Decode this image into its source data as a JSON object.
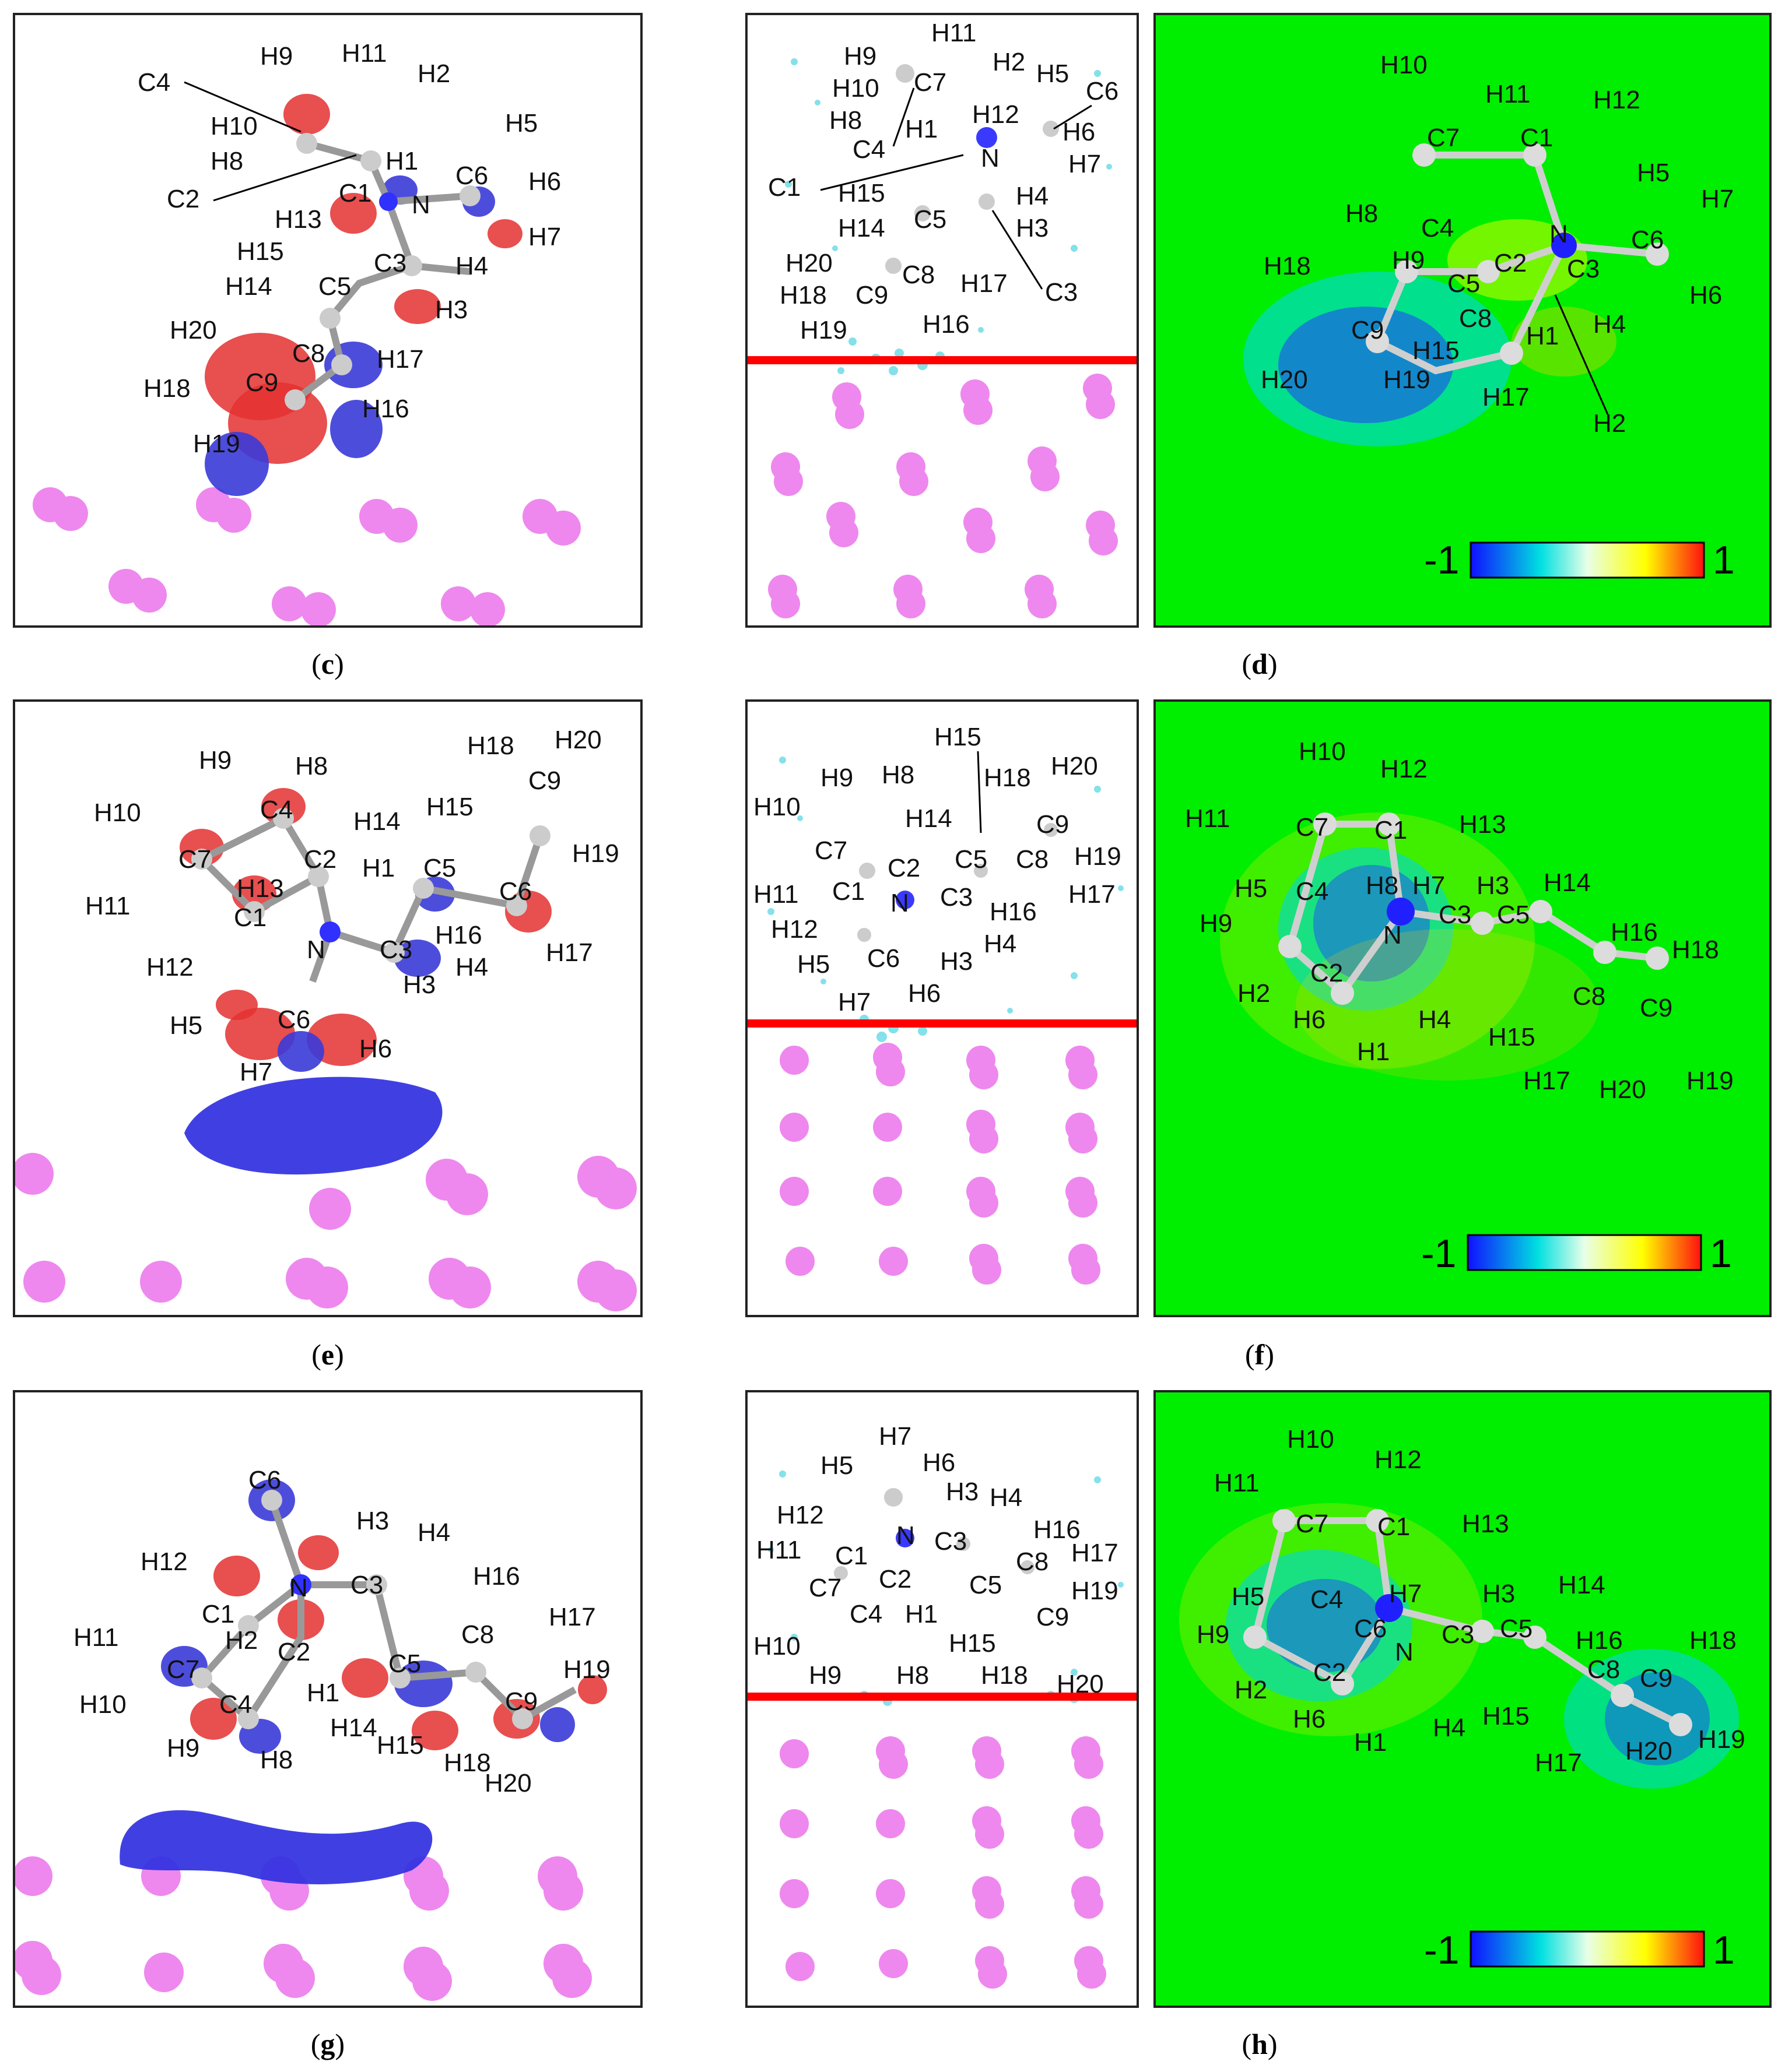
{
  "captions": [
    "c",
    "d",
    "e",
    "f",
    "g",
    "h"
  ],
  "colorbar": {
    "min_label": "-1",
    "max_label": "1",
    "colors": [
      "#1010ff",
      "#00e0e0",
      "#e8ffe8",
      "#ffff00",
      "#ff1010"
    ]
  },
  "colors": {
    "surface": "#e8e8e8",
    "positive_lobe": "#e43030",
    "negative_lobe": "#3a3ad8",
    "green_bg": "#00ee00",
    "red_line": "#ff0000",
    "metal_atom": "#ee88ee"
  },
  "panels": {
    "c": {
      "labels": [
        "H9",
        "H11",
        "H2",
        "C4",
        "H5",
        "H10",
        "H8",
        "H1",
        "C6",
        "H6",
        "C2",
        "C1",
        "N",
        "H13",
        "H7",
        "H15",
        "C3",
        "H4",
        "H14",
        "C5",
        "H3",
        "H20",
        "C8",
        "H17",
        "H18",
        "C9",
        "H16",
        "H19"
      ]
    },
    "d": {
      "labels": [
        "H11",
        "H9",
        "H2",
        "H5",
        "C6",
        "H10",
        "C7",
        "H8",
        "H12",
        "H6",
        "C4",
        "H1",
        "N",
        "H7",
        "C1",
        "H15",
        "H4",
        "C5",
        "H3",
        "H14",
        "H20",
        "C8",
        "H17",
        "C3",
        "H18",
        "C9",
        "H19",
        "H16"
      ]
    },
    "d_map": {
      "labels": [
        "H10",
        "H11",
        "H12",
        "C7",
        "C1",
        "H5",
        "H7",
        "H8",
        "N",
        "C4",
        "C6",
        "H18",
        "H9",
        "C2",
        "C3",
        "C5",
        "H6",
        "C9",
        "C8",
        "H1",
        "H4",
        "H15",
        "H20",
        "H19",
        "H17",
        "H2"
      ]
    },
    "e": {
      "labels": [
        "H18",
        "H20",
        "H9",
        "H8",
        "C9",
        "H10",
        "C4",
        "H14",
        "H15",
        "C7",
        "H19",
        "C2",
        "H1",
        "C5",
        "H13",
        "H11",
        "C1",
        "C6",
        "H16",
        "N",
        "C3",
        "H17",
        "H12",
        "H4",
        "H5",
        "C6",
        "H6",
        "H3",
        "H7"
      ]
    },
    "f": {
      "labels": [
        "H15",
        "H9",
        "H8",
        "H18",
        "H20",
        "H10",
        "H14",
        "C9",
        "C7",
        "C2",
        "C5",
        "C8",
        "H19",
        "H11",
        "C1",
        "N",
        "C3",
        "H17",
        "H16",
        "H12",
        "H4",
        "H5",
        "C6",
        "H3",
        "H7",
        "H6"
      ]
    },
    "f_map": {
      "labels": [
        "H10",
        "H12",
        "H11",
        "C7",
        "C1",
        "H13",
        "H5",
        "C4",
        "H8",
        "H7",
        "H3",
        "H14",
        "H9",
        "N",
        "C3",
        "C5",
        "H16",
        "H18",
        "H2",
        "C2",
        "C8",
        "C9",
        "H6",
        "H4",
        "H15",
        "H1",
        "H17",
        "H20",
        "H19"
      ]
    },
    "g": {
      "labels": [
        "C6",
        "H3",
        "H4",
        "H12",
        "N",
        "C3",
        "H16",
        "C1",
        "H17",
        "H11",
        "H2",
        "C2",
        "C5",
        "C8",
        "C7",
        "H19",
        "H1",
        "C9",
        "H10",
        "C4",
        "H14",
        "H15",
        "H9",
        "H8",
        "H18",
        "H20"
      ]
    },
    "h": {
      "labels": [
        "H7",
        "H5",
        "H6",
        "H3",
        "H4",
        "H12",
        "H16",
        "N",
        "C3",
        "H11",
        "C1",
        "C8",
        "H17",
        "C2",
        "C5",
        "C7",
        "H19",
        "C4",
        "H1",
        "C9",
        "H10",
        "H15",
        "H9",
        "H8",
        "H18",
        "H20"
      ]
    },
    "h_map": {
      "labels": [
        "H10",
        "H12",
        "H11",
        "C7",
        "C1",
        "H13",
        "H5",
        "C4",
        "H7",
        "H3",
        "H14",
        "H9",
        "C6",
        "C3",
        "C5",
        "N",
        "H16",
        "H18",
        "C2",
        "C8",
        "C9",
        "H2",
        "H6",
        "H4",
        "H15",
        "H1",
        "H17",
        "H20",
        "H19"
      ]
    }
  }
}
